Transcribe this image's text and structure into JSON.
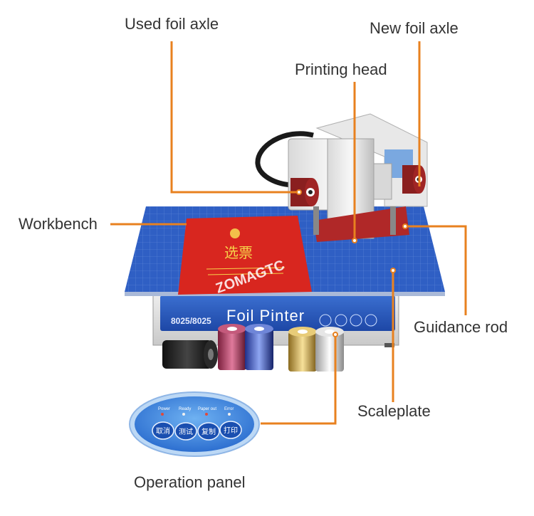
{
  "labels": {
    "used_foil_axle": "Used foil axle",
    "new_foil_axle": "New foil axle",
    "printing_head": "Printing head",
    "workbench": "Workbench",
    "guidance_rod": "Guidance rod",
    "scaleplate": "Scaleplate",
    "operation_panel": "Operation panel"
  },
  "machine": {
    "front_text": "Foil Pinter",
    "model_text": "8025/8025",
    "watermark": "ZOMAGTC"
  },
  "panel": {
    "indicators": [
      "Power",
      "Ready",
      "Paper out",
      "Error"
    ],
    "buttons": [
      "取消",
      "测试",
      "复制",
      "打印"
    ]
  },
  "document": {
    "title": "选票"
  },
  "colors": {
    "leader": "#e8811f",
    "workbench": "#2f5fc4",
    "panel": "#2a6fd4",
    "document": "#d8261f"
  }
}
